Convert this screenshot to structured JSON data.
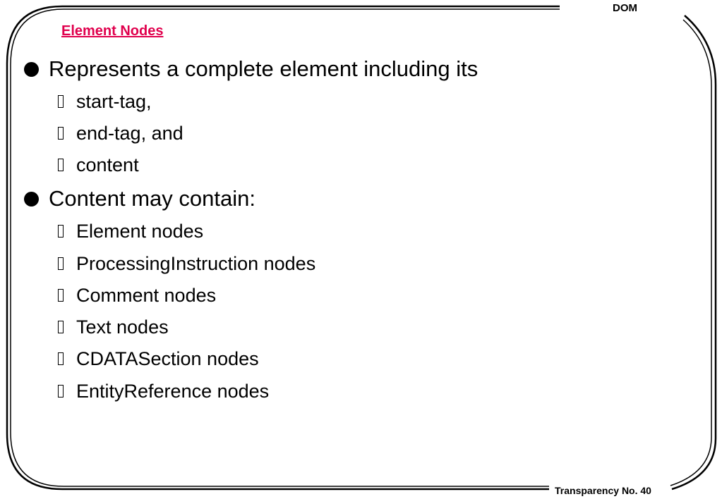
{
  "header": {
    "topic": "DOM"
  },
  "slide": {
    "title": "Element Nodes",
    "bullets": [
      {
        "text": "Represents a complete element including its",
        "subitems": [
          "start-tag,",
          "end-tag, and",
          "content"
        ]
      },
      {
        "text": "Content may contain:",
        "subitems": [
          "Element nodes",
          "ProcessingInstruction nodes",
          "Comment nodes",
          "Text nodes",
          "CDATASection nodes",
          "EntityReference nodes"
        ]
      }
    ]
  },
  "footer": {
    "label": "Transparency No. 40"
  },
  "colors": {
    "title": "#e0004d",
    "text": "#000000",
    "background": "#ffffff"
  }
}
